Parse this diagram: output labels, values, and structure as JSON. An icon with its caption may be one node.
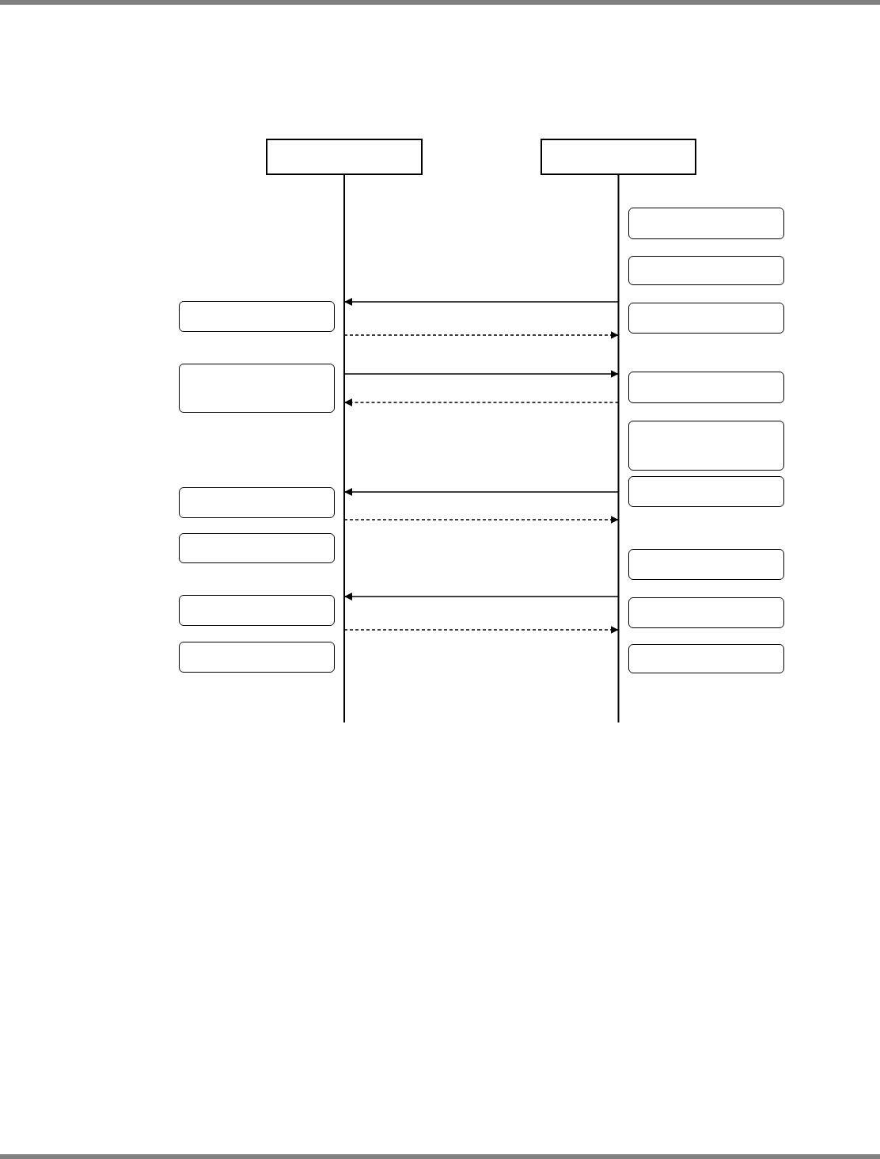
{
  "diagram": {
    "nodes": [
      {
        "text": [],
        "shape": "box"
      },
      {
        "text": [],
        "shape": "box"
      },
      {
        "text": [],
        "shape": "box"
      },
      {
        "text": [],
        "shape": "box"
      },
      {
        "text": [],
        "shape": "box"
      },
      {
        "text": [],
        "shape": "box"
      },
      {
        "text": [],
        "shape": "box"
      },
      {
        "text": [],
        "shape": "box"
      },
      {
        "text": [],
        "shape": "box"
      },
      {
        "text": [],
        "shape": "box"
      },
      {
        "text": [],
        "shape": "box"
      },
      {
        "text": [],
        "shape": "box"
      },
      {
        "text": [],
        "shape": "box"
      },
      {
        "text": [],
        "shape": "box"
      },
      {
        "text": [],
        "shape": "box"
      },
      {
        "text": [],
        "shape": "box"
      },
      {
        "text": [],
        "shape": "box"
      }
    ],
    "edges": [
      {
        "from": 1,
        "to": 0,
        "arrow": "to"
      },
      {
        "from": 0,
        "to": 1,
        "arrow": "to",
        "style": "dashed"
      },
      {
        "from": 0,
        "to": 1,
        "arrow": "to"
      },
      {
        "from": 1,
        "to": 0,
        "arrow": "to",
        "style": "dashed"
      },
      {
        "from": 1,
        "to": 0,
        "arrow": "to"
      },
      {
        "from": 0,
        "to": 1,
        "arrow": "to",
        "style": "dashed"
      },
      {
        "from": 1,
        "to": 0,
        "arrow": "to"
      },
      {
        "from": 0,
        "to": 1,
        "arrow": "to",
        "style": "dashed"
      }
    ]
  }
}
